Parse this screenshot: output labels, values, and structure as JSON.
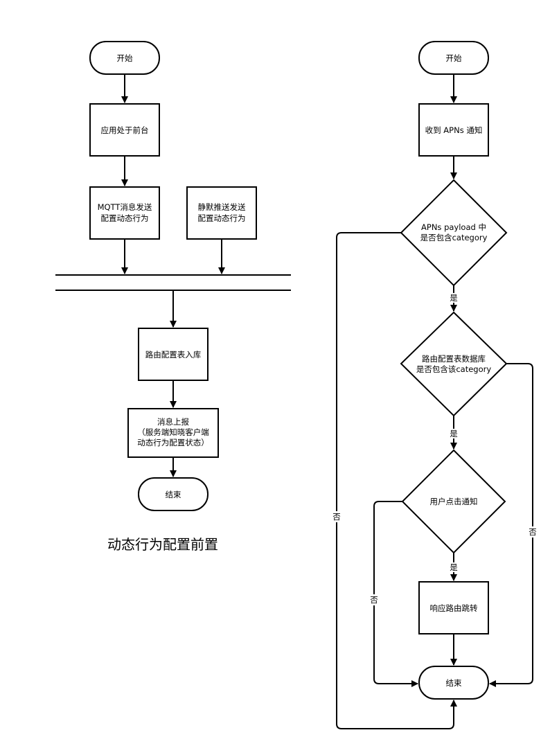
{
  "left_flow": {
    "start": "开始",
    "app_foreground": "应用处于前台",
    "mqtt_send": [
      "MQTT消息发送",
      "配置动态行为"
    ],
    "silent_push": [
      "静默推送发送",
      "配置动态行为"
    ],
    "store_route": "路由配置表入库",
    "report": [
      "消息上报",
      "（服务端知晓客户端",
      "动态行为配置状态）"
    ],
    "end": "结束",
    "caption": "动态行为配置前置"
  },
  "right_flow": {
    "start": "开始",
    "receive": "收到 APNs 通知",
    "decision1": [
      "APNs payload 中",
      "是否包含category"
    ],
    "decision2": [
      "路由配置表数据库",
      "是否包含该category"
    ],
    "decision3": "用户点击通知",
    "respond": "响应路由跳转",
    "end": "结束",
    "yes": "是",
    "no": "否"
  }
}
